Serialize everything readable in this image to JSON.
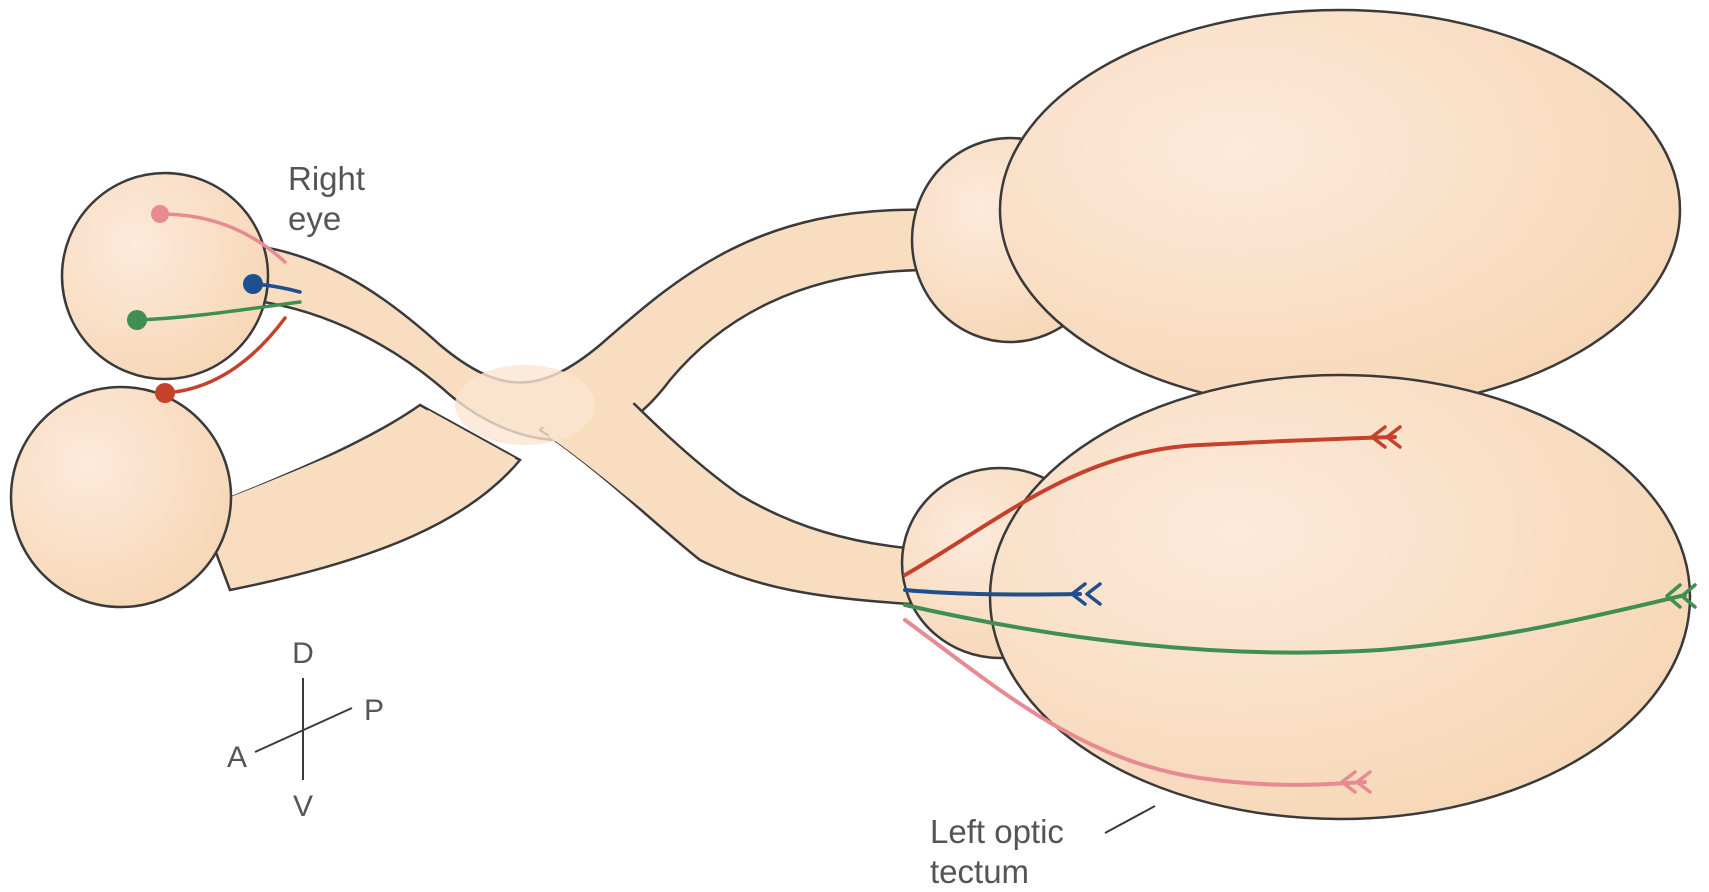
{
  "labels": {
    "right_eye_line1": "Right",
    "right_eye_line2": "eye",
    "tectum_line1": "Left optic",
    "tectum_line2": "tectum"
  },
  "axes": {
    "dorsal": "D",
    "ventral": "V",
    "anterior": "A",
    "posterior": "P"
  },
  "colors": {
    "tissue_fill": "#f9ddc0",
    "tissue_outline": "#3a3a3a",
    "axon_pink": "#e88a92",
    "axon_blue": "#1e4f8f",
    "axon_green": "#3f8f52",
    "axon_red": "#c6412a"
  }
}
